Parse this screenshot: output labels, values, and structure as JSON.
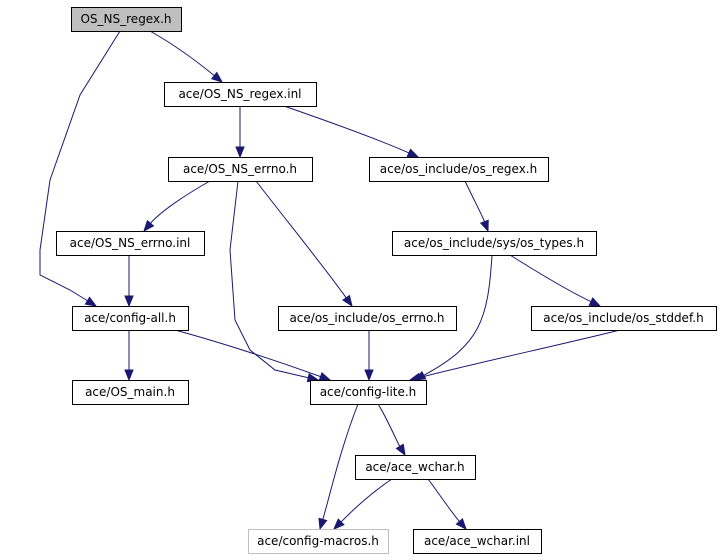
{
  "graph": {
    "colors": {
      "edge": "#191970",
      "root_fill": "#bfbfbf",
      "node_fill": "#ffffff",
      "node_border": "#000000",
      "muted_border": "#bfbfbf"
    },
    "nodes": [
      {
        "id": "os_ns_regex_h",
        "label": "OS_NS_regex.h",
        "style": "root"
      },
      {
        "id": "os_ns_regex_inl",
        "label": "ace/OS_NS_regex.inl",
        "style": "normal"
      },
      {
        "id": "os_ns_errno_h",
        "label": "ace/OS_NS_errno.h",
        "style": "normal"
      },
      {
        "id": "os_regex_h",
        "label": "ace/os_include/os_regex.h",
        "style": "normal"
      },
      {
        "id": "os_ns_errno_inl",
        "label": "ace/OS_NS_errno.inl",
        "style": "normal"
      },
      {
        "id": "os_types_h",
        "label": "ace/os_include/sys/os_types.h",
        "style": "normal"
      },
      {
        "id": "config_all_h",
        "label": "ace/config-all.h",
        "style": "normal"
      },
      {
        "id": "os_errno_h",
        "label": "ace/os_include/os_errno.h",
        "style": "normal"
      },
      {
        "id": "os_stddef_h",
        "label": "ace/os_include/os_stddef.h",
        "style": "normal"
      },
      {
        "id": "os_main_h",
        "label": "ace/OS_main.h",
        "style": "normal"
      },
      {
        "id": "config_lite_h",
        "label": "ace/config-lite.h",
        "style": "normal"
      },
      {
        "id": "ace_wchar_h",
        "label": "ace/ace_wchar.h",
        "style": "normal"
      },
      {
        "id": "config_macros_h",
        "label": "ace/config-macros.h",
        "style": "muted"
      },
      {
        "id": "ace_wchar_inl",
        "label": "ace/ace_wchar.inl",
        "style": "normal"
      }
    ],
    "edges": [
      {
        "from": "os_ns_regex_h",
        "to": "os_ns_regex_inl"
      },
      {
        "from": "os_ns_regex_h",
        "to": "config_all_h"
      },
      {
        "from": "os_ns_regex_inl",
        "to": "os_ns_errno_h"
      },
      {
        "from": "os_ns_regex_inl",
        "to": "os_regex_h"
      },
      {
        "from": "os_ns_errno_h",
        "to": "os_ns_errno_inl"
      },
      {
        "from": "os_ns_errno_h",
        "to": "config_lite_h"
      },
      {
        "from": "os_ns_errno_h",
        "to": "os_errno_h"
      },
      {
        "from": "os_regex_h",
        "to": "os_types_h"
      },
      {
        "from": "os_ns_errno_inl",
        "to": "config_all_h"
      },
      {
        "from": "os_types_h",
        "to": "config_lite_h"
      },
      {
        "from": "os_types_h",
        "to": "os_stddef_h"
      },
      {
        "from": "config_all_h",
        "to": "os_main_h"
      },
      {
        "from": "config_all_h",
        "to": "config_lite_h"
      },
      {
        "from": "os_errno_h",
        "to": "config_lite_h"
      },
      {
        "from": "os_stddef_h",
        "to": "config_lite_h"
      },
      {
        "from": "config_lite_h",
        "to": "ace_wchar_h"
      },
      {
        "from": "config_lite_h",
        "to": "config_macros_h"
      },
      {
        "from": "ace_wchar_h",
        "to": "config_macros_h"
      },
      {
        "from": "ace_wchar_h",
        "to": "ace_wchar_inl"
      }
    ]
  }
}
